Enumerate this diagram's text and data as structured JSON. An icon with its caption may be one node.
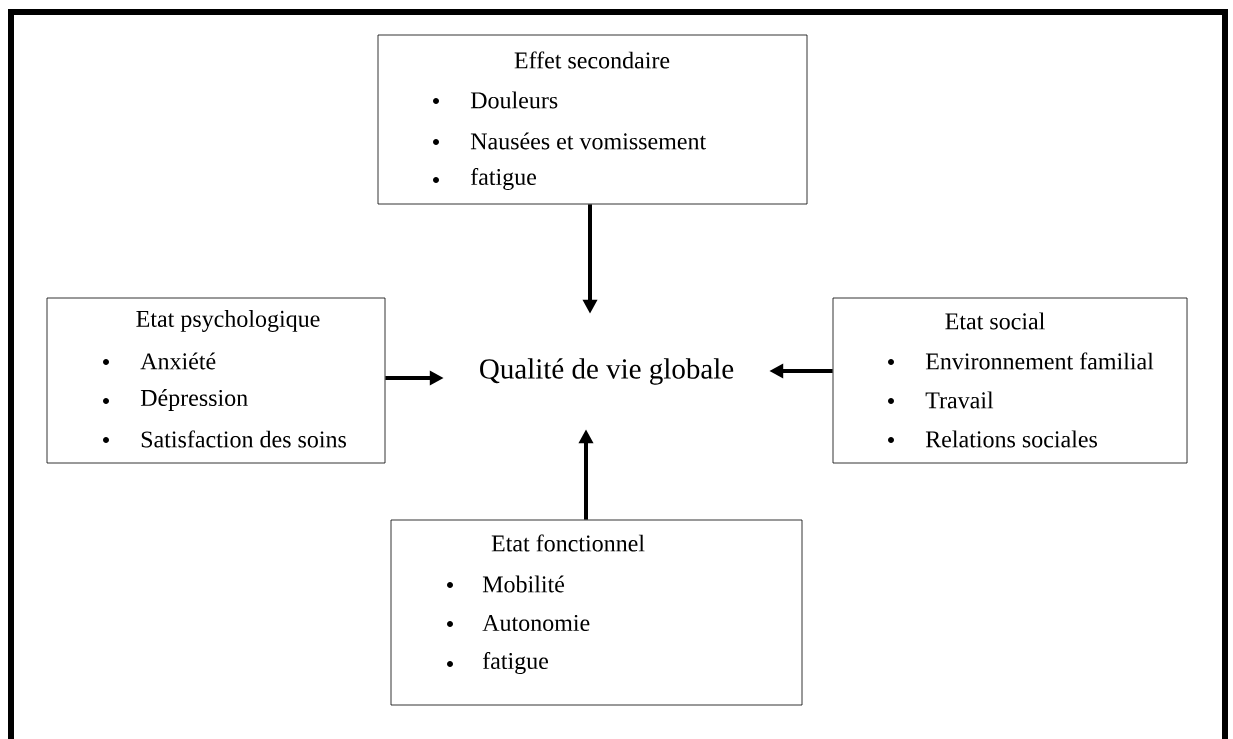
{
  "diagram": {
    "nodes": [
      {
        "text": [
          "Effet secondaire",
          "Douleurs",
          "Nausées et vomissement",
          "fatigue"
        ]
      },
      {
        "text": [
          "Etat psychologique",
          "Anxiété",
          "Dépression",
          "Satisfaction des soins"
        ]
      },
      {
        "text": [
          "Qualité de vie globale"
        ]
      },
      {
        "text": [
          "Etat social",
          "Environnement familial",
          "Travail",
          "Relations sociales"
        ]
      },
      {
        "text": [
          "Etat fonctionnel",
          "Mobilité",
          "Autonomie",
          "fatigue"
        ]
      }
    ],
    "edges": [
      {
        "from": 0,
        "to": 2,
        "arrow": "to"
      },
      {
        "from": 1,
        "to": 2,
        "arrow": "to"
      },
      {
        "from": 3,
        "to": 2,
        "arrow": "to"
      },
      {
        "from": 4,
        "to": 2,
        "arrow": "to"
      }
    ]
  }
}
